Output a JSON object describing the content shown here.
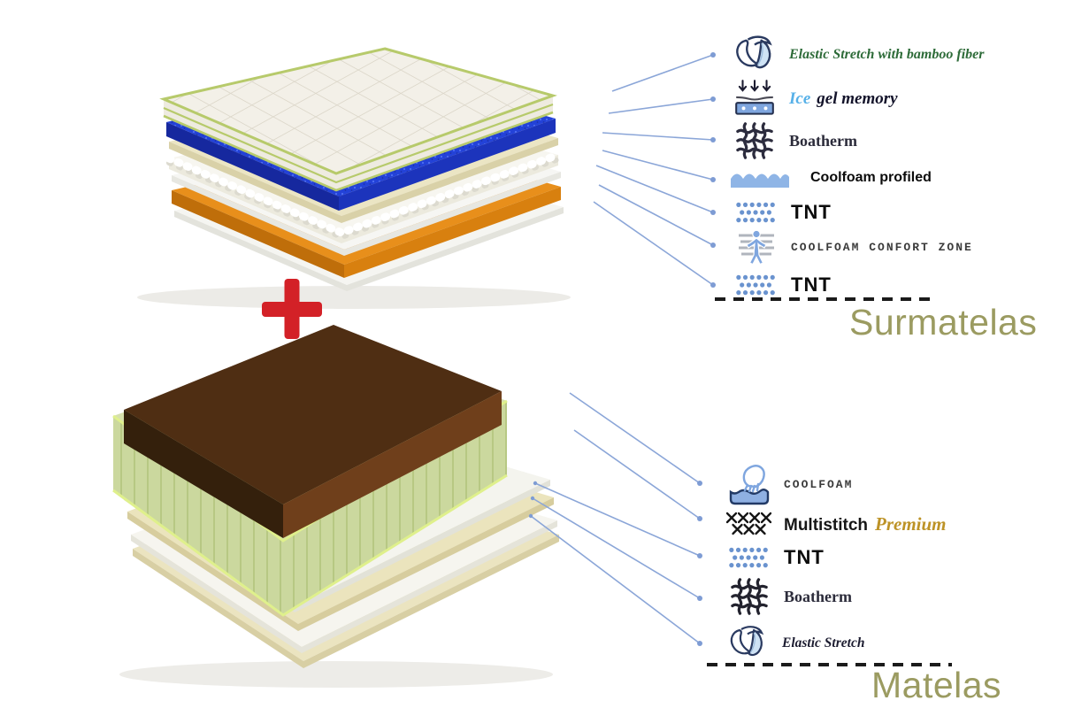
{
  "surmatelas": {
    "title": "Surmatelas",
    "items": [
      {
        "icon": "elastic-stretch-icon",
        "label": "Elastic Stretch with bamboo fiber"
      },
      {
        "icon": "ice-gel-memory-icon",
        "label_accent": "Ice",
        "label": "gel memory"
      },
      {
        "icon": "boatherm-weave-icon",
        "label": "Boatherm"
      },
      {
        "icon": "coolfoam-profiled-icon",
        "label": "Coolfoam profiled"
      },
      {
        "icon": "tnt-dots-icon",
        "label": "TNT"
      },
      {
        "icon": "coolfoam-confort-zone-icon",
        "label": "COOLFOAM CONFORT ZONE"
      },
      {
        "icon": "tnt-dots-icon",
        "label": "TNT"
      }
    ]
  },
  "matelas": {
    "title": "Matelas",
    "items": [
      {
        "icon": "coolfoam-hand-icon",
        "label": "COOLFOAM"
      },
      {
        "icon": "multistitch-icon",
        "label": "Multistitch",
        "label_accent": "Premium"
      },
      {
        "icon": "tnt-dots-icon",
        "label": "TNT"
      },
      {
        "icon": "boatherm-weave-icon",
        "label": "Boatherm"
      },
      {
        "icon": "elastic-stretch-icon",
        "label": "Elastic Stretch"
      }
    ]
  },
  "plus_symbol": "+",
  "colors": {
    "title_olive": "#9b9b61",
    "leader_line_blue": "#8ba6d8",
    "plus_red": "#d32127",
    "ice_blue": "#56b0e8",
    "premium_gold": "#bd9327",
    "script_green": "#2d6b38",
    "dot_blue": "#6a93cf",
    "blue_layer": "#2342d8",
    "orange_layer": "#e88f1b",
    "brown_foam": "#4f2e13",
    "green_cover": "#cbd89e"
  }
}
